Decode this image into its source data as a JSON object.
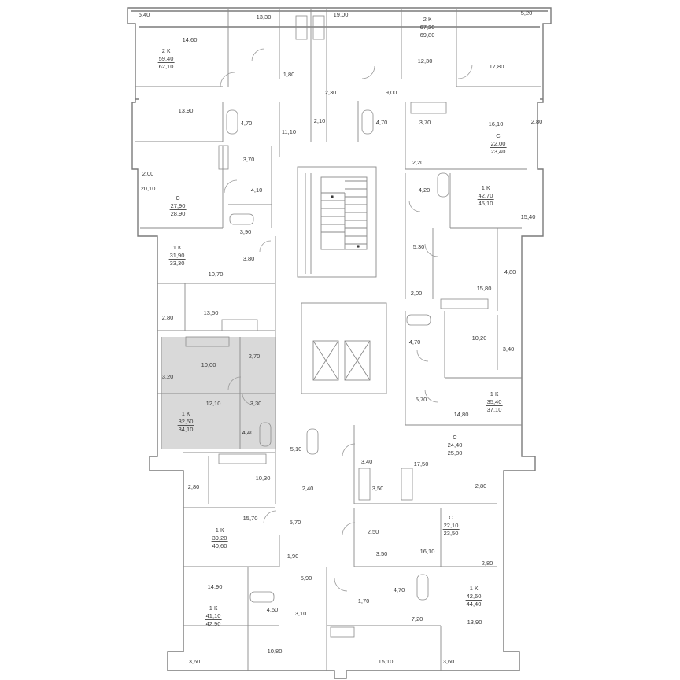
{
  "areas": [
    "5,40",
    "13,30",
    "19,00",
    "5,20",
    "14,60",
    "12,30",
    "17,80",
    "1,80",
    "2,30",
    "9,00",
    "13,90",
    "4,70",
    "11,10",
    "2,10",
    "4,70",
    "3,70",
    "16,10",
    "2,80",
    "3,70",
    "2,00",
    "20,10",
    "4,10",
    "2,20",
    "4,20",
    "15,40",
    "3,90",
    "3,80",
    "5,30",
    "4,80",
    "10,70",
    "2,00",
    "15,80",
    "2,80",
    "13,50",
    "4,70",
    "10,20",
    "3,40",
    "10,00",
    "2,70",
    "3,20",
    "5,70",
    "12,10",
    "3,30",
    "14,80",
    "4,40",
    "5,10",
    "3,40",
    "17,50",
    "10,30",
    "2,80",
    "2,80",
    "2,40",
    "3,50",
    "15,70",
    "5,70",
    "2,50",
    "1,90",
    "3,50",
    "16,10",
    "2,80",
    "14,90",
    "5,90",
    "4,70",
    "4,50",
    "3,10",
    "1,70",
    "7,20",
    "13,90",
    "10,80",
    "15,10",
    "3,60",
    "3,60"
  ],
  "apartments": [
    {
      "type": "2 К",
      "living": "59,40",
      "total": "62,10"
    },
    {
      "type": "2 К",
      "living": "67,20",
      "total": "69,80"
    },
    {
      "type": "С",
      "living": "22,00",
      "total": "23,40"
    },
    {
      "type": "С",
      "living": "27,90",
      "total": "28,90"
    },
    {
      "type": "1 К",
      "living": "42,70",
      "total": "45,10"
    },
    {
      "type": "1 К",
      "living": "31,90",
      "total": "33,30"
    },
    {
      "type": "1 К",
      "living": "35,40",
      "total": "37,10"
    },
    {
      "type": "1 К",
      "living": "32,50",
      "total": "34,10"
    },
    {
      "type": "С",
      "living": "24,40",
      "total": "25,80"
    },
    {
      "type": "С",
      "living": "22,10",
      "total": "23,50"
    },
    {
      "type": "1 К",
      "living": "39,20",
      "total": "40,60"
    },
    {
      "type": "1 К",
      "living": "42,60",
      "total": "44,40"
    },
    {
      "type": "1 К",
      "living": "41,10",
      "total": "42,90"
    }
  ],
  "colors": {
    "wall": "#7a7a7a",
    "highlight": "#d9d9d9",
    "text": "#3a3a3a"
  }
}
